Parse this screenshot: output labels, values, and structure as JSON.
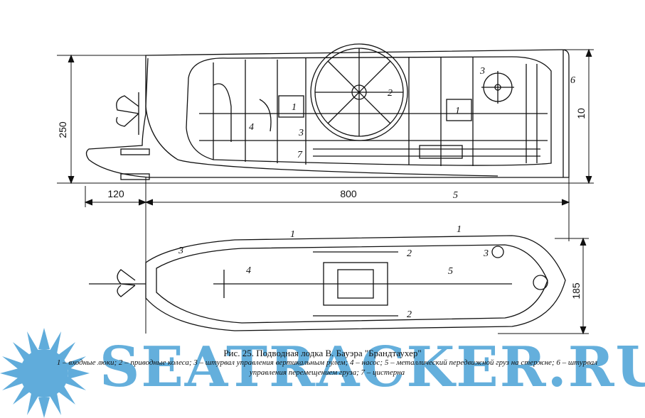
{
  "figure": {
    "dimensions": {
      "height_side": "250",
      "length_tail": "120",
      "length_hull": "800",
      "height_right": "10",
      "beam_top": "185"
    },
    "callouts": [
      "1",
      "2",
      "3",
      "4",
      "5",
      "6",
      "7"
    ],
    "caption_title": "Рис. 25. Подводная лодка В. Бауэра \"Брандтаухер\"",
    "caption_text": "1 – входные люки; 2 – приводные колеса; 3 – штурвал управления вертикальным рулем; 4 – насос; 5 – металлический передвижной груз на стержне; 6 – штурвал управления перемещением груза; 7 – цистерна"
  },
  "watermark": {
    "text": "SEATRACKER.RU",
    "color": "#4fa4d8"
  }
}
